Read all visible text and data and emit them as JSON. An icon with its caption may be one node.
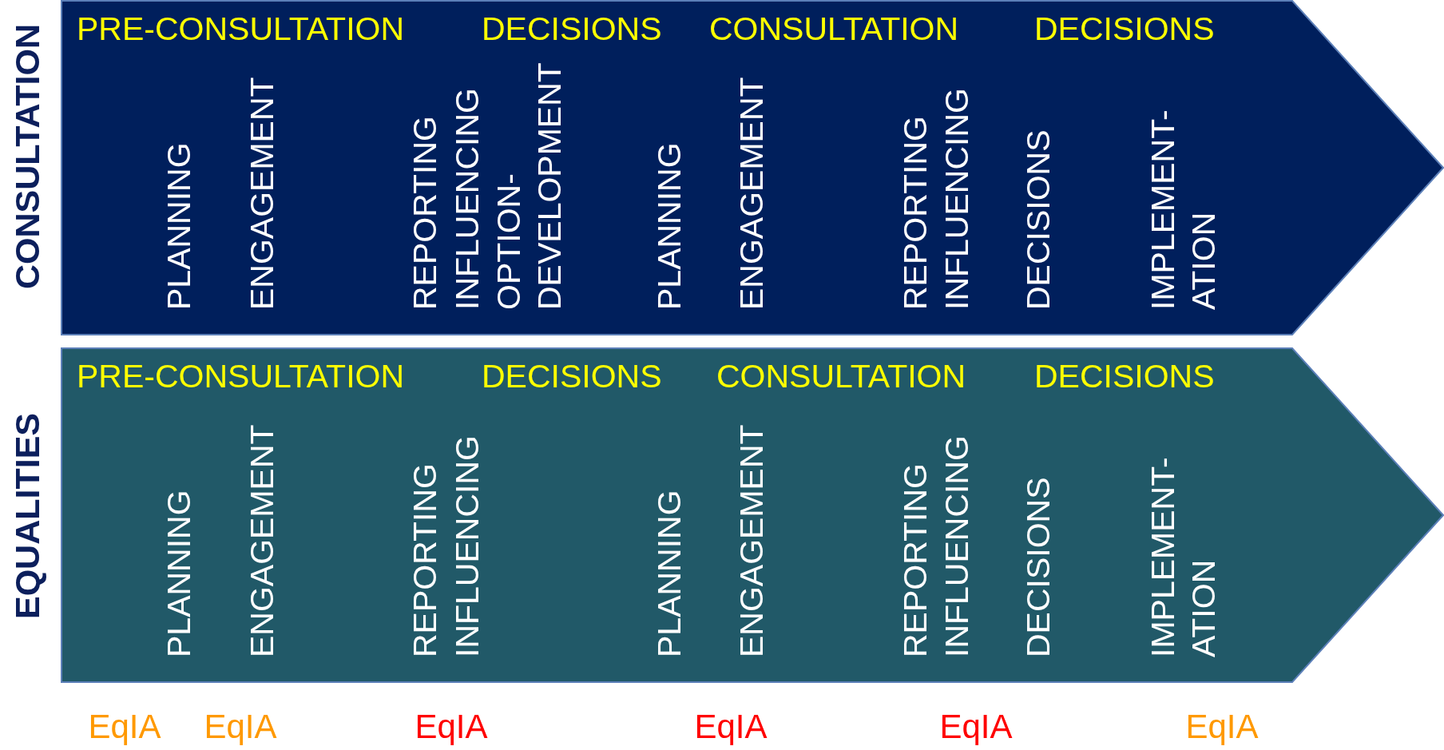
{
  "diagram": {
    "nodes": [
      {
        "text": [
          "PRE-CONSULTATION",
          "DECISIONS",
          "CONSULTATION",
          "DECISIONS",
          "PLANNING",
          "ENGAGEMENT",
          "REPORTING",
          "INFLUENCING",
          "OPTION- DEVELOPMENT",
          "PLANNING",
          "ENGAGEMENT",
          "REPORTING",
          "INFLUENCING",
          "DECISIONS",
          "IMPLEMENT- ATION"
        ],
        "beside": [
          "CONSULTATION"
        ]
      },
      {
        "text": [
          "PRE-CONSULTATION",
          "DECISIONS",
          "CONSULTATION",
          "DECISIONS",
          "PLANNING",
          "ENGAGEMENT",
          "REPORTING",
          "INFLUENCING",
          "PLANNING",
          "ENGAGEMENT",
          "REPORTING",
          "INFLUENCING",
          "DECISIONS",
          "IMPLEMENT- ATION"
        ],
        "beside": [
          "EQUALITIES"
        ]
      }
    ],
    "labels": [
      "EqIA",
      "EqIA",
      "EqIA",
      "EqIA",
      "EqIA",
      "EqIA"
    ]
  }
}
